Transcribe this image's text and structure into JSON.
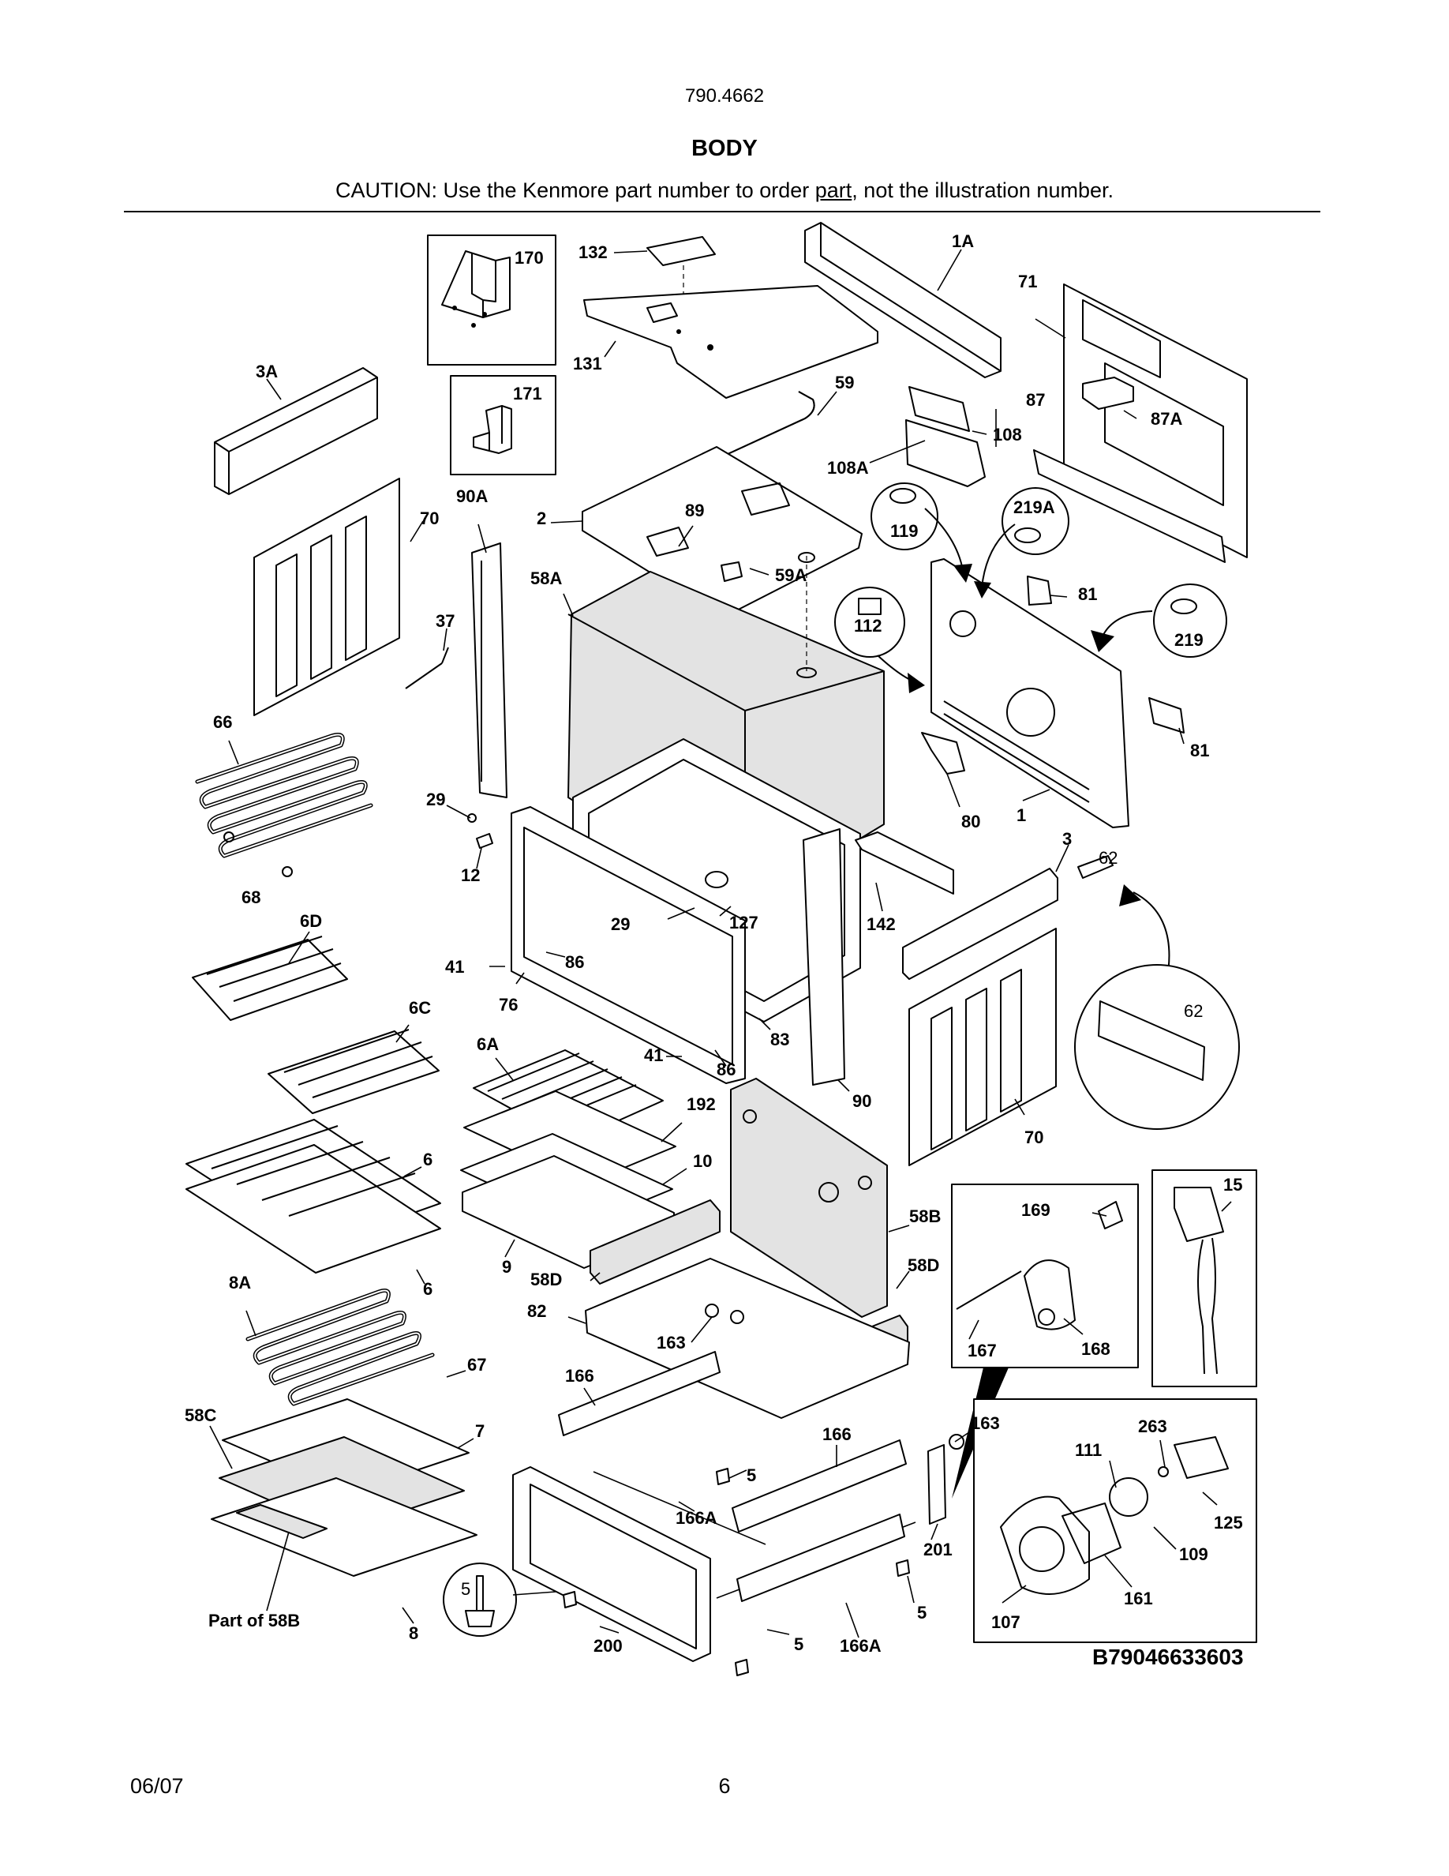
{
  "header": {
    "model_number": "790.4662",
    "section_title": "BODY",
    "caution_before": "CAUTION: Use the Kenmore part number to order ",
    "caution_underlined": "part",
    "caution_after": ", not the illustration number."
  },
  "diagram": {
    "code": "B79046633603",
    "labels": {
      "p132": "132",
      "p1A": "1A",
      "p170": "170",
      "p171": "171",
      "p131": "131",
      "p71": "71",
      "p3A": "3A",
      "p59": "59",
      "p87": "87",
      "p87A": "87A",
      "p108": "108",
      "p108A": "108A",
      "p90A": "90A",
      "p70a": "70",
      "p2": "2",
      "p89": "89",
      "p119": "119",
      "p219A": "219A",
      "p58A": "58A",
      "p59A": "59A",
      "p81a": "81",
      "p112": "112",
      "p37": "37",
      "p219": "219",
      "p66": "66",
      "p81b": "81",
      "p29a": "29",
      "p80": "80",
      "p1": "1",
      "p68": "68",
      "p12": "12",
      "p3": "3",
      "p62a": "62",
      "p6D": "6D",
      "p29b": "29",
      "p127": "127",
      "p142": "142",
      "p41a": "41",
      "p86a": "86",
      "p76": "76",
      "p6C": "6C",
      "p62b": "62",
      "p83": "83",
      "p6A": "6A",
      "p41b": "41",
      "p86b": "86",
      "p192": "192",
      "p90": "90",
      "p70b": "70",
      "p6a": "6",
      "p10": "10",
      "p15": "15",
      "p169": "169",
      "p58B": "58B",
      "p9": "9",
      "p6b": "6",
      "p58Da": "58D",
      "p58Db": "58D",
      "p8A": "8A",
      "p82": "82",
      "p163a": "163",
      "p167": "167",
      "p168": "168",
      "p67": "67",
      "p166a": "166",
      "p58C": "58C",
      "p7": "7",
      "p163b": "163",
      "p263": "263",
      "p166b": "166",
      "p111": "111",
      "p5a": "5",
      "p166Aa": "166A",
      "p125": "125",
      "p201": "201",
      "p109": "109",
      "p5b": "5",
      "p5c": "5",
      "p161": "161",
      "p107": "107",
      "pPart58B": "Part of 58B",
      "p8": "8",
      "p200": "200",
      "p5d": "5",
      "p166Ab": "166A"
    }
  },
  "footer": {
    "date": "06/07",
    "page_number": "6"
  }
}
